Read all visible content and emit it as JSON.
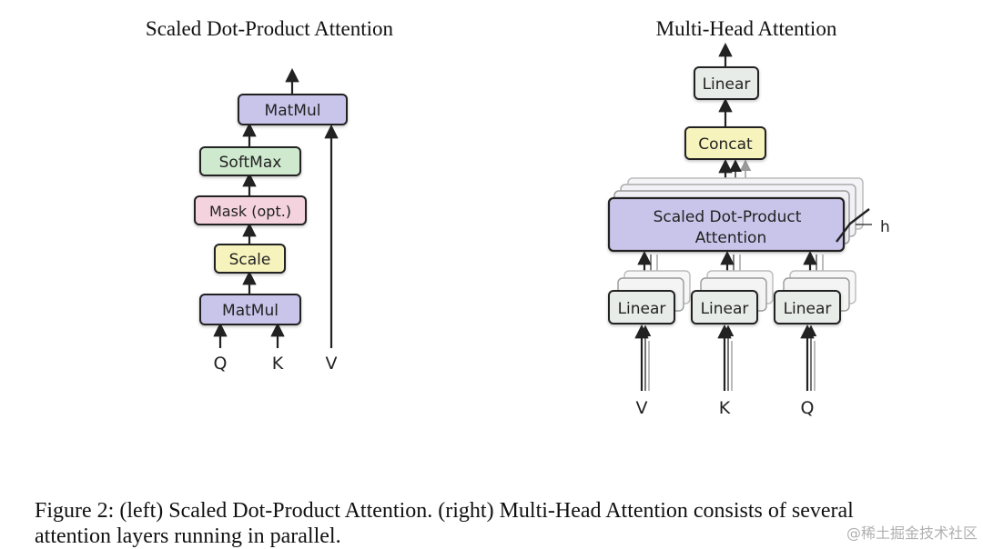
{
  "colors": {
    "matmul": "#c9c5ea",
    "softmax": "#cfe9cf",
    "mask": "#f4d3df",
    "scale": "#f7f3bd",
    "linear": "#e8ece9",
    "concat": "#f7f3bd",
    "sdpa": "#c9c5ea",
    "stroke": "#222222"
  },
  "left": {
    "title": "Scaled Dot-Product Attention",
    "matmul_top": "MatMul",
    "softmax": "SoftMax",
    "mask": "Mask (opt.)",
    "scale": "Scale",
    "matmul_bottom": "MatMul",
    "inputs": [
      "Q",
      "K",
      "V"
    ]
  },
  "right": {
    "title": "Multi-Head Attention",
    "linear_top": "Linear",
    "concat": "Concat",
    "sdpa_line1": "Scaled Dot-Product",
    "sdpa_line2": "Attention",
    "h_label": "h",
    "linears": [
      "Linear",
      "Linear",
      "Linear"
    ],
    "inputs": [
      "V",
      "K",
      "Q"
    ]
  },
  "caption": {
    "line1": "Figure 2:  (left) Scaled Dot-Product Attention.  (right) Multi-Head Attention consists of several",
    "line2": "attention layers running in parallel."
  },
  "watermark": "@稀土掘金技术社区"
}
